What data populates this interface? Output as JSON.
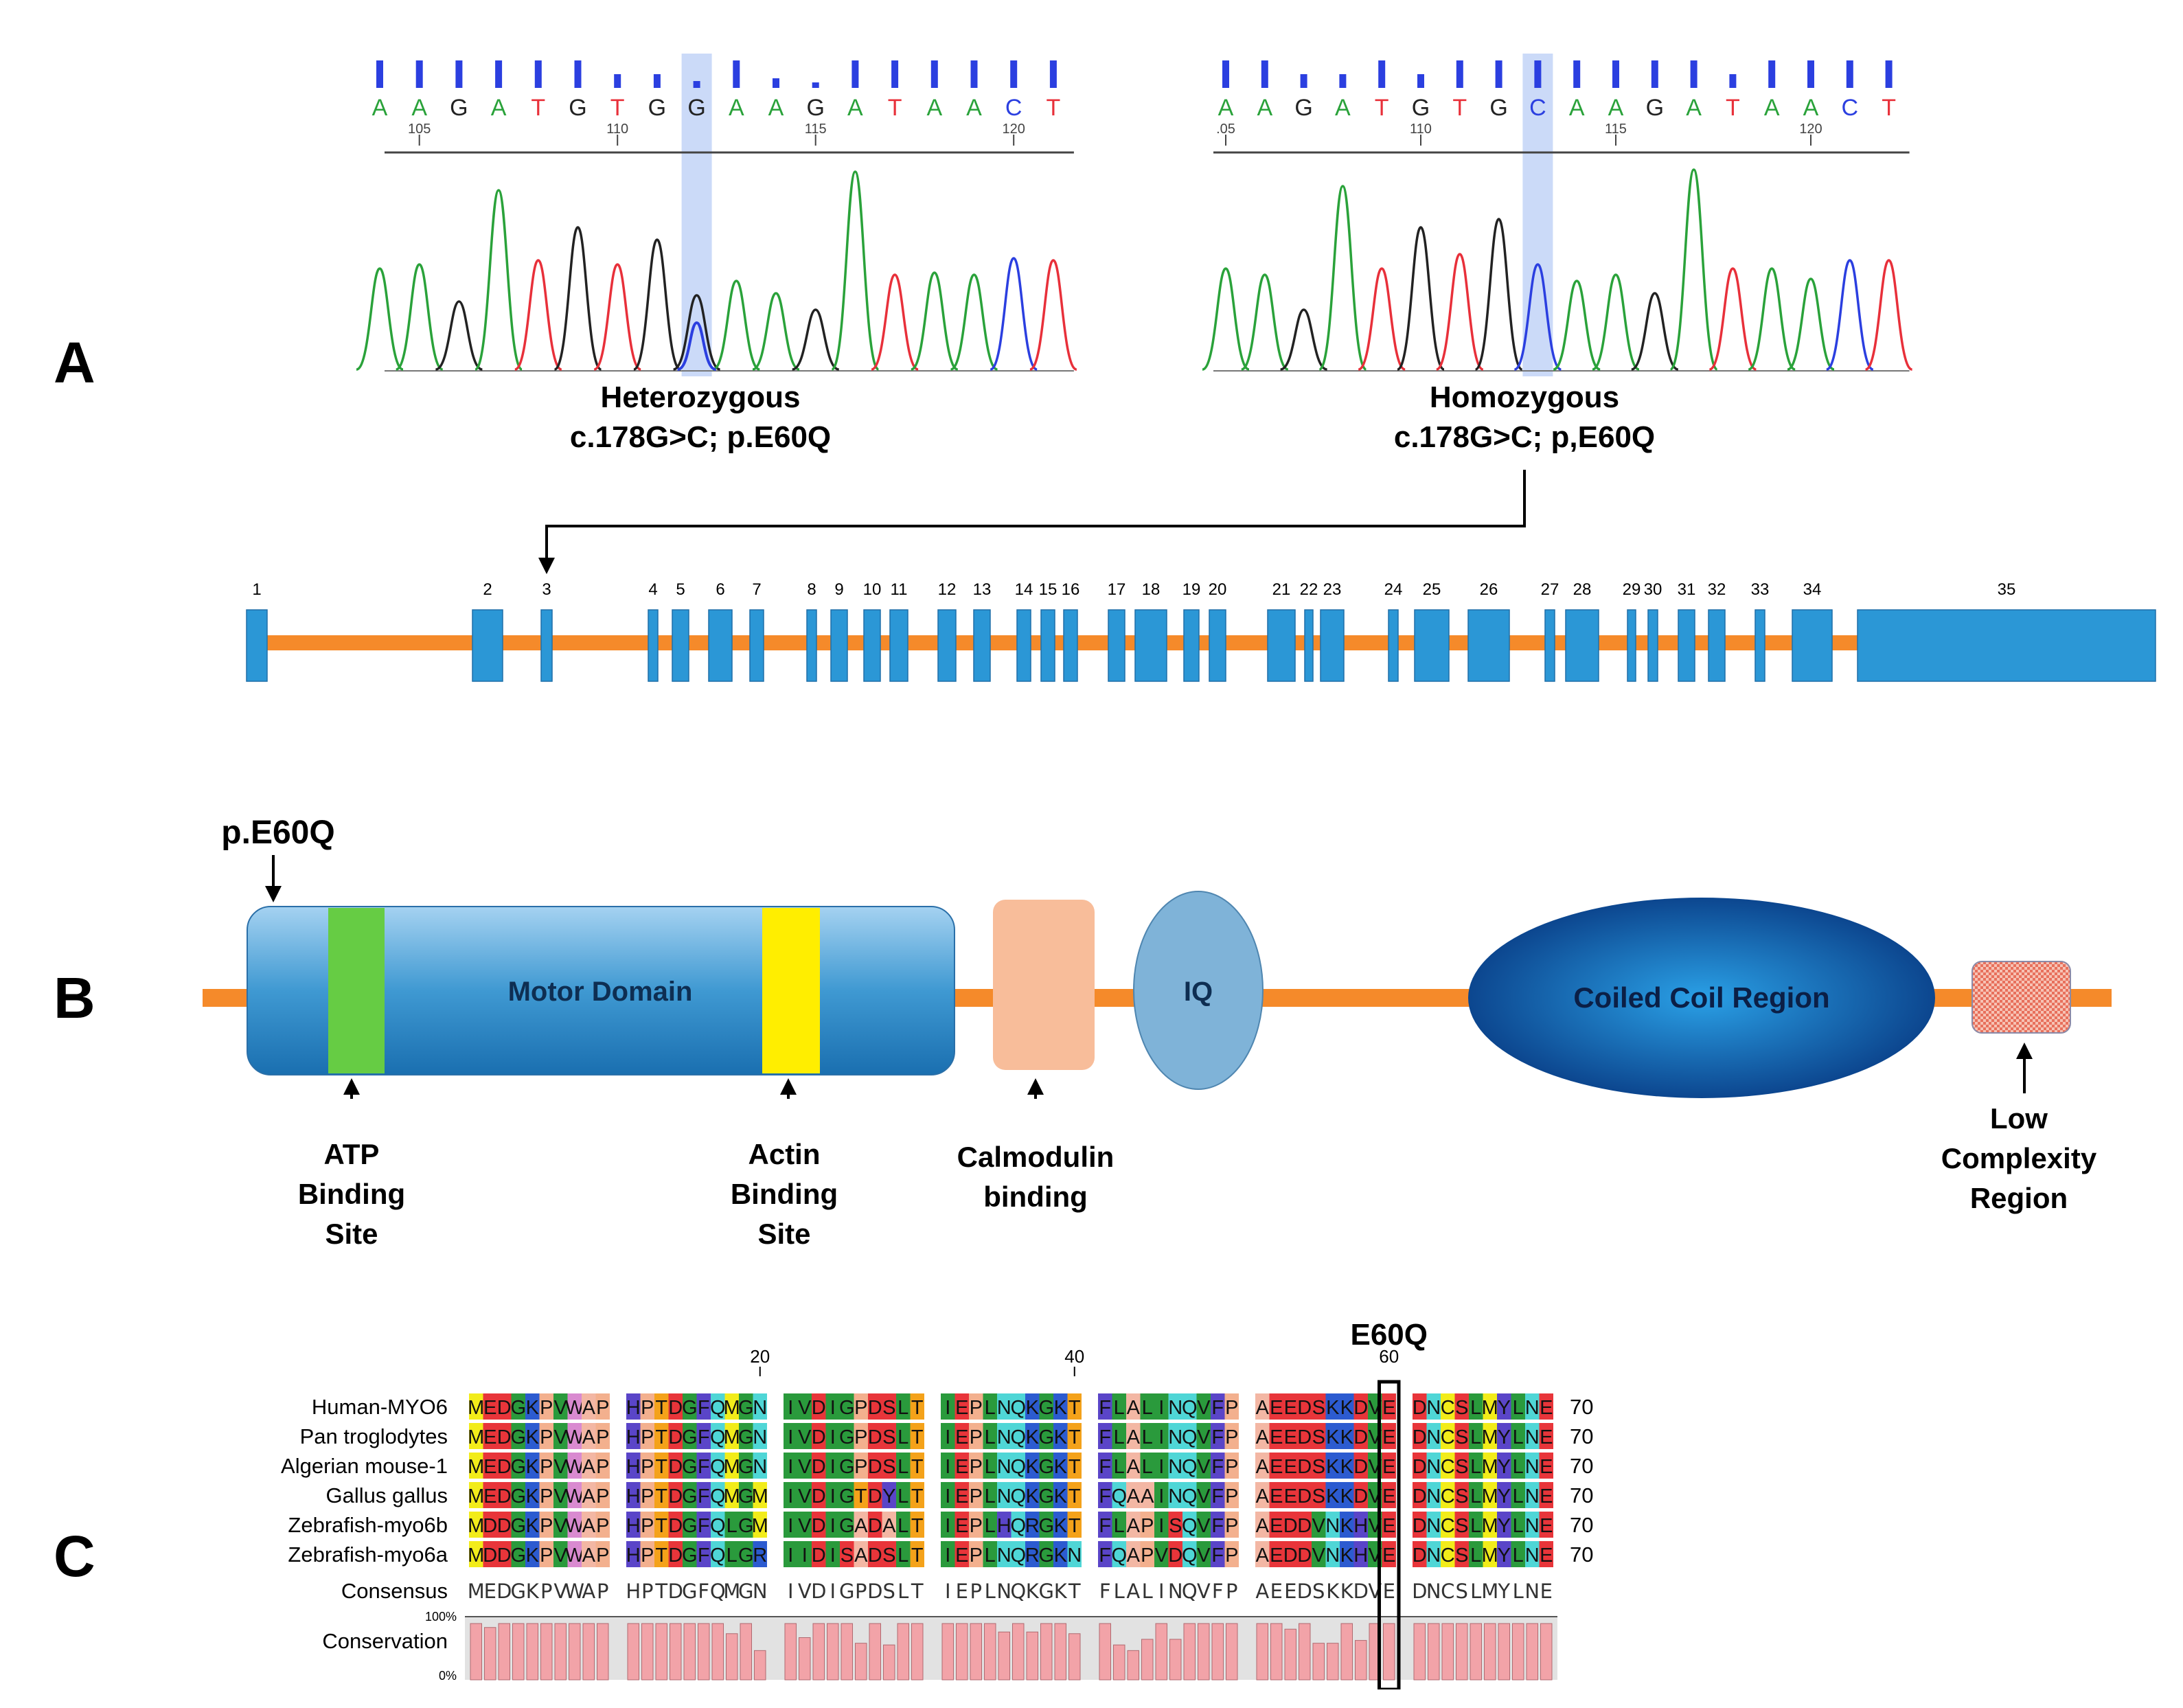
{
  "panels": {
    "a": "A",
    "b": "B",
    "c": "C"
  },
  "chromatograms": [
    {
      "bases": [
        "A",
        "A",
        "G",
        "A",
        "T",
        "G",
        "T",
        "G",
        "G",
        "A",
        "A",
        "G",
        "A",
        "T",
        "A",
        "A",
        "C",
        "T"
      ],
      "ticks": [
        "105",
        "110",
        "115",
        "120"
      ],
      "caption_line1": "Heterozygous",
      "caption_line2": "c.178G>C; p.E60Q"
    },
    {
      "bases": [
        "A",
        "A",
        "G",
        "A",
        "T",
        "G",
        "T",
        "G",
        "C",
        "A",
        "A",
        "G",
        "A",
        "T",
        "A",
        "A",
        "C",
        "T"
      ],
      "ticks": [
        ".05",
        "110",
        "115",
        "120"
      ],
      "caption_line1": "Homozygous",
      "caption_line2": "c.178G>C; p,E60Q"
    }
  ],
  "base_colors": {
    "A": "#2aa23a",
    "G": "#222222",
    "C": "#2b3fe0",
    "T": "#e8303a"
  },
  "exons": [
    "1",
    "2",
    "3",
    "4",
    "5",
    "6",
    "7",
    "8",
    "9",
    "10",
    "11",
    "12",
    "13",
    "14",
    "15",
    "16",
    "17",
    "18",
    "19",
    "20",
    "21",
    "22",
    "23",
    "24",
    "25",
    "26",
    "27",
    "28",
    "29",
    "30",
    "31",
    "32",
    "33",
    "34",
    "35"
  ],
  "protein": {
    "mutation_label": "p.E60Q",
    "motor_domain": "Motor Domain",
    "iq": "IQ",
    "coiled_coil": "Coiled Coil Region",
    "atp_l1": "ATP",
    "atp_l2": "Binding",
    "atp_l3": "Site",
    "actin_l1": "Actin",
    "actin_l2": "Binding",
    "actin_l3": "Site",
    "calm_l1": "Calmodulin",
    "calm_l2": "binding",
    "low_l1": "Low",
    "low_l2": "Complexity",
    "low_l3": "Region",
    "colors": {
      "backbone": "#f58a2a",
      "motor": "#3a95cf",
      "atp": "#66cc44",
      "actin": "#ffee00",
      "calmodulin": "#f8bd9a",
      "iq": "#7fb3d8",
      "coiled": "#1560b0",
      "low": "#f2a18e"
    }
  },
  "alignment": {
    "mutation_label": "E60Q",
    "marker_20": "20",
    "marker_40": "40",
    "marker_60": "60",
    "species": [
      "Human-MYO6",
      "Pan troglodytes",
      "Algerian mouse-1",
      "Gallus gallus",
      "Zebrafish-myo6b",
      "Zebrafish-myo6a"
    ],
    "sequences": [
      "MEDGKPVWAPHPTDGFQMGNIVDIGPDSLTIEPLNQKGKTFLALINQVFPAEEDSKKDVEDNCSLMYLNE",
      "MEDGKPVWAPHPTDGFQMGNIVDIGPDSLTIEPLNQKGKTFLALINQVFPAEEDSKKDVEDNCSLMYLNE",
      "MEDGKPVWAPHPTDGFQMGNIVDIGPDSLTIEPLNQKGKTFLALINQVFPAEEDSKKDVEDNCSLMYLNE",
      "MEDGKPVWAPHPTDGFQMGMIVDIGTDYLTIEPLNQKGKTFQAAINQVFPAEEDSKKDVEDNCSLMYLNE",
      "MDDGKPVWAPHPTDGFQLGMIVDIGADALTIEPLHQRGKTFLAPISQVFPAEDDVNKHVEDNCSLMYLNE",
      "MDDGKPVWAPHPTDGFQLGRIIDISADSLTIEPLNQRGKNFQAPVDQVFPAEDDVNKHVEDNCSLMYLNE"
    ],
    "end_numbers": [
      "70",
      "70",
      "70",
      "70",
      "70",
      "70"
    ],
    "consensus_label": "Consensus",
    "consensus": "MEDGKPVWAPHPTDGFQMGNIVDIGPDSLTIEPLNQKGKTFLALINQVFPAEEDSKKDVEDNCSLMYLNE",
    "conservation_label": "Conservation",
    "pct_100": "100%",
    "pct_0": "0%",
    "conservation": [
      1,
      0.93,
      1,
      1,
      1,
      1,
      1,
      1,
      1,
      1,
      1,
      1,
      1,
      1,
      1,
      1,
      1,
      0.82,
      1,
      0.52,
      1,
      0.75,
      1,
      1,
      1,
      0.65,
      1,
      0.62,
      1,
      1,
      1,
      1,
      1,
      1,
      0.85,
      1,
      0.85,
      1,
      1,
      0.82,
      1,
      0.62,
      0.52,
      0.72,
      1,
      0.72,
      1,
      1,
      1,
      1,
      1,
      1,
      0.9,
      1,
      0.65,
      0.65,
      1,
      0.7,
      1,
      1,
      1,
      1,
      1,
      1,
      1,
      1,
      1,
      1,
      1,
      1
    ],
    "residue_colors": {
      "hydrophobic": "#2a9a3c",
      "acidic": "#e8353a",
      "basic": "#2c5bd0",
      "polar": "#4fd6d6",
      "small": "#e6e6e6",
      "proline": "#f3b08e",
      "glycine": "#f4a21a",
      "yellow": "#f2ec1a",
      "aromatic": "#5a45c8",
      "wcolor": "#d98ad0",
      "conservation_bar": "#f2a3a8"
    }
  }
}
